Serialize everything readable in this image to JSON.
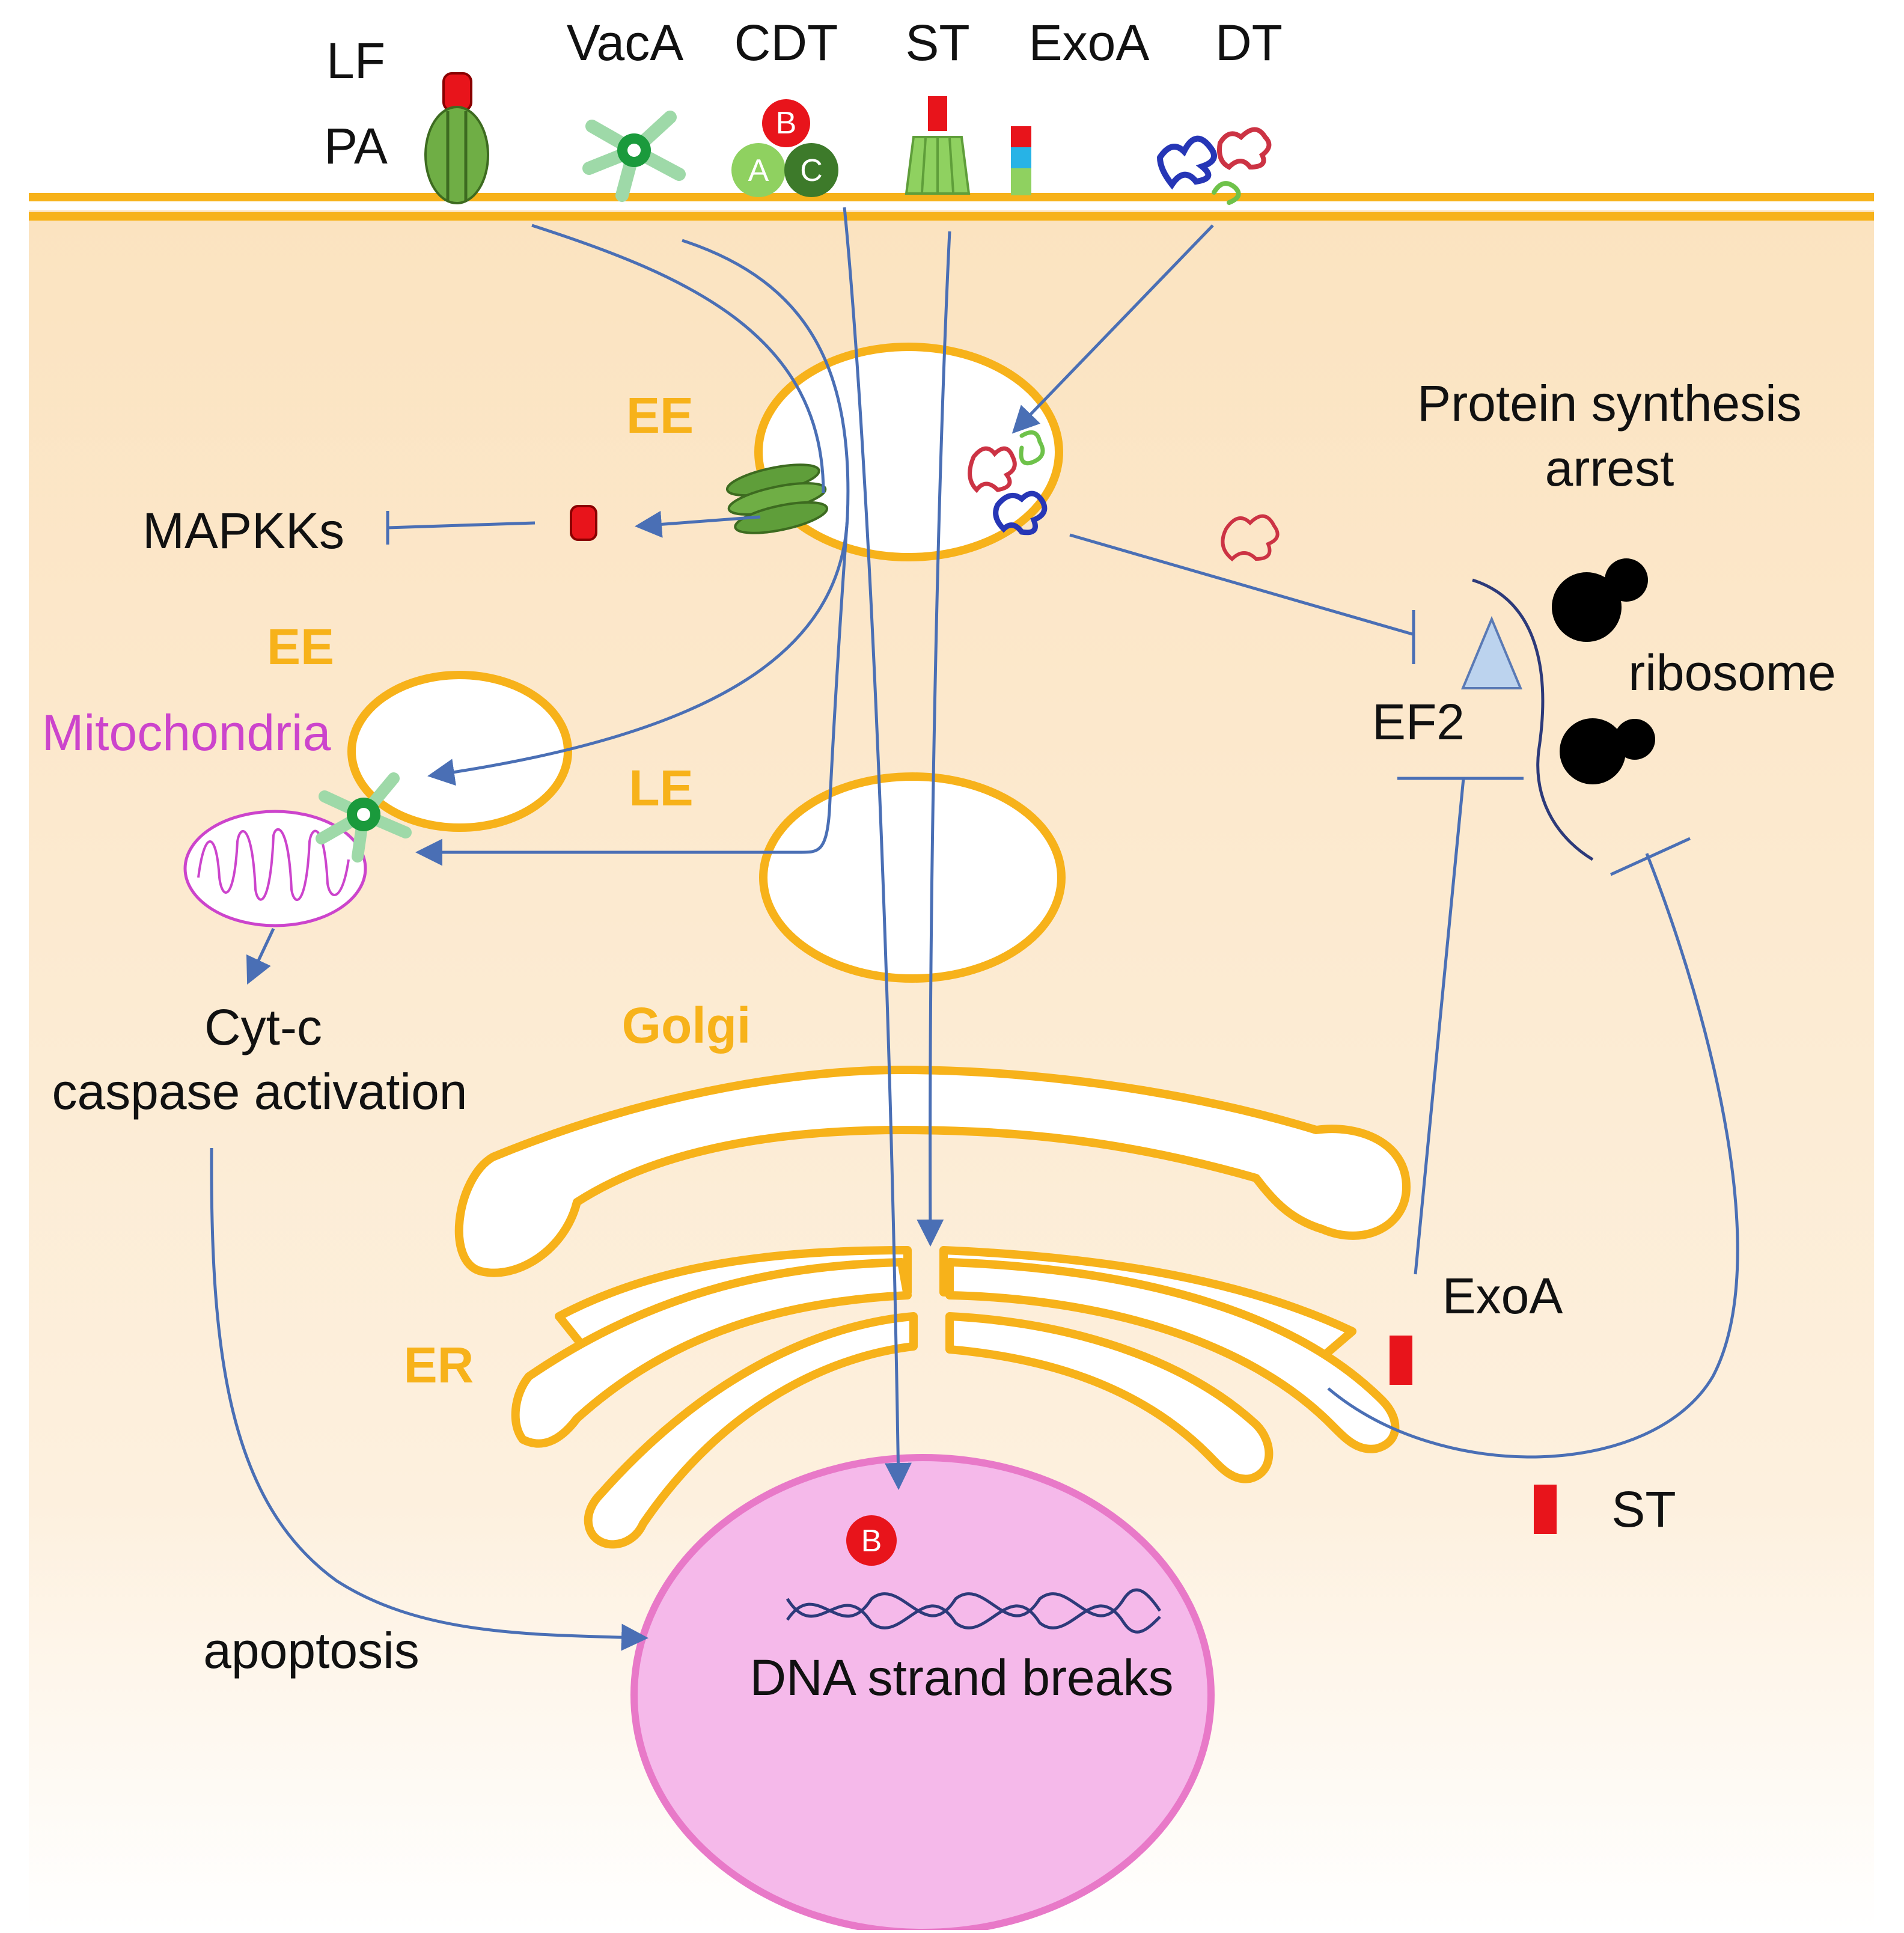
{
  "toxins": {
    "lf": "LF",
    "pa": "PA",
    "vaca": "VacA",
    "cdt": "CDT",
    "st": "ST",
    "exoa": "ExoA",
    "dt": "DT"
  },
  "cdt_subunits": {
    "b": "B",
    "a": "A",
    "c": "C"
  },
  "compartments": {
    "ee_top": "EE",
    "ee_left": "EE",
    "le": "LE",
    "golgi": "Golgi",
    "er": "ER",
    "mitochondria": "Mitochondria"
  },
  "labels": {
    "mapkks": "MAPKKs",
    "protein_synthesis": "Protein synthesis",
    "arrest": "arrest",
    "ribosome": "ribosome",
    "ef2": "EF2",
    "cytc": "Cyt-c",
    "caspase": "caspase activation",
    "apoptosis": "apoptosis",
    "dna_breaks": "DNA strand breaks",
    "exoa_cytosol": "ExoA",
    "st_cytosol": "ST",
    "nucleus_b": "B"
  },
  "colors": {
    "membrane": "#f7b21a",
    "cytoplasm_top": "#fbe3c0",
    "cytoplasm_bottom": "#fffaf4",
    "arrow": "#4a6fb5",
    "toxin_red": "#e8141b",
    "pa_green": "#5f9e3a",
    "nucleus": "#f5b9ea",
    "nucleus_border": "#e879c8",
    "mito": "#cc44cc",
    "ef2": "#bcd3ee"
  }
}
